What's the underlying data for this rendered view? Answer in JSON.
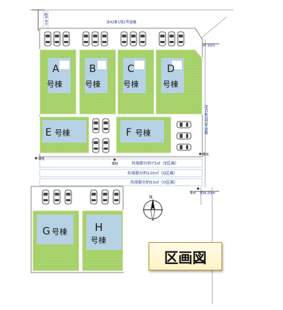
{
  "diagram": {
    "road_north_label": "法42条1項1号道路",
    "road_east_label": "法42条1項1号道路",
    "road_north_width": "約4.16m",
    "road_east_width": "約4.20m",
    "road_west_width": "約6.4m",
    "lots": {
      "A": {
        "letter": "A",
        "suffix": "号棟"
      },
      "B": {
        "letter": "B",
        "suffix": "号棟"
      },
      "C": {
        "letter": "C",
        "suffix": "号棟"
      },
      "D": {
        "letter": "D",
        "suffix": "号棟"
      },
      "E": {
        "letter": "E",
        "suffix": "号棟"
      },
      "F": {
        "letter": "F",
        "suffix": "号棟"
      },
      "G": {
        "letter": "G",
        "suffix": "号棟"
      },
      "H": {
        "letter": "H",
        "suffix": "号棟"
      }
    },
    "shared": {
      "e": "共用部分約73㎡（E区画）",
      "g": "共用部分約120㎡（G区画）",
      "h": "共用部分約53㎡（H区画）"
    },
    "pole_label": "電柱",
    "compass_north": "N",
    "legend_title": "区画図"
  }
}
